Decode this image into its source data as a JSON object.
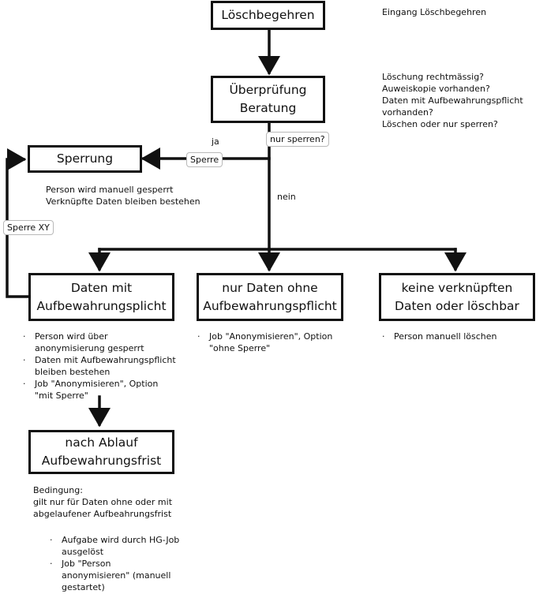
{
  "nodes": {
    "loeschbegehren": "Löschbegehren",
    "ueberpruefung": "Überprüfung\nBeratung",
    "sperrung": "Sperrung",
    "aufbewahrungspflicht": "Daten mit\nAufbewahrungsplicht",
    "ohne_aufbewahrung": "nur Daten ohne\nAufbewahrungspflicht",
    "keine_daten": "keine verknüpften\nDaten oder löschbar",
    "nach_ablauf": "nach Ablauf\nAufbewahrungsfrist"
  },
  "edge_labels": {
    "nur_sperren": "nur sperren?",
    "ja": "ja",
    "sperre": "Sperre",
    "nein": "nein",
    "sperre_xy": "Sperre XY"
  },
  "notes": {
    "eingang": "Eingang Löschbegehren",
    "pruefung": [
      "Löschung rechtmässig?",
      "Auweiskopie vorhanden?",
      "Daten mit Aufbewahrungspflicht",
      "vorhanden?",
      "Löschen oder nur sperren?"
    ],
    "sperrung": [
      "Person wird manuell gesperrt",
      "Verknüpfte Daten bleiben bestehen"
    ],
    "aufbewahrung_bullets": [
      "Person wird über\nanonymisierung gesperrt",
      "Daten mit Aufbewahrungspflicht\nbleiben bestehen",
      "Job \"Anonymisieren\", Option\n\"mit Sperre\""
    ],
    "ohne_bullets": [
      "Job \"Anonymisieren\", Option\n\"ohne Sperre\""
    ],
    "keine_bullets": [
      "Person manuell löschen"
    ],
    "bedingung": [
      "Bedingung:",
      "gilt nur für Daten ohne oder mit",
      "abgelaufener Aufbeahrungsfrist"
    ],
    "ablauf_bullets": [
      "Aufgabe wird durch HG-Job\nausgelöst",
      "Job \"Person\nanonymisieren\" (manuell\ngestartet)"
    ]
  },
  "colors": {
    "line": "#111111",
    "tag_border": "#b9b9b9"
  }
}
